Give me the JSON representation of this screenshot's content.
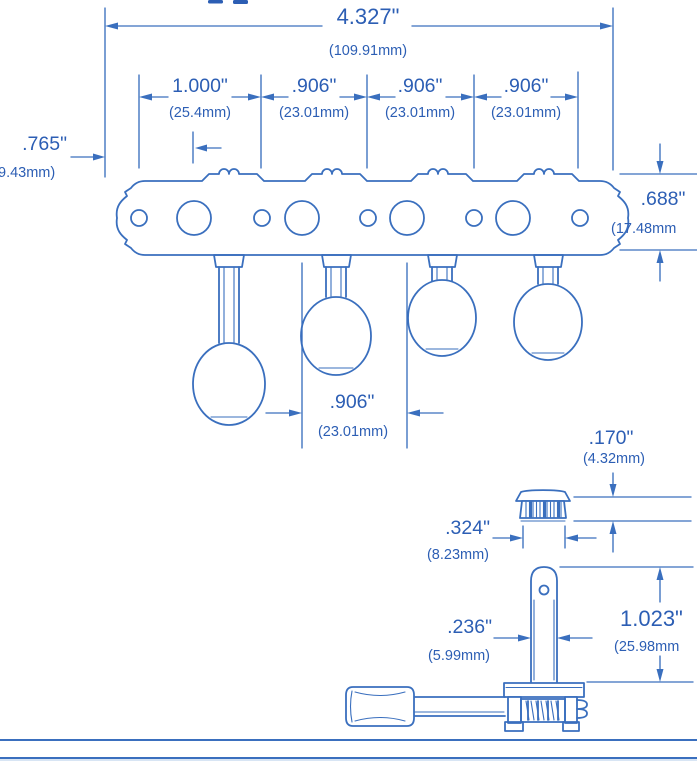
{
  "colors": {
    "line": "#3a6fbe",
    "text": "#2c5eb4",
    "footer_band": "#d8e5f4",
    "background": "#ffffff"
  },
  "drawing": {
    "subject": "four-on-plate tuning machine technical drawing",
    "dims": {
      "overall": {
        "inch": "4.327\"",
        "mm": "(109.91mm)"
      },
      "left_offset": {
        "inch": ".765\"",
        "mm": "9.43mm)"
      },
      "spacing1": {
        "inch": "1.000\"",
        "mm": "(25.4mm)"
      },
      "spacing2": {
        "inch": ".906\"",
        "mm": "(23.01mm)"
      },
      "spacing3": {
        "inch": ".906\"",
        "mm": "(23.01mm)"
      },
      "spacing4": {
        "inch": ".906\"",
        "mm": "(23.01mm)"
      },
      "plate_height": {
        "inch": ".688\"",
        "mm": "(17.48mm"
      },
      "button_spacing": {
        "inch": ".906\"",
        "mm": "(23.01mm)"
      },
      "cap_height": {
        "inch": ".170\"",
        "mm": "(4.32mm)"
      },
      "cap_width": {
        "inch": ".324\"",
        "mm": "(8.23mm)"
      },
      "post_width": {
        "inch": ".236\"",
        "mm": "(5.99mm)"
      },
      "post_height": {
        "inch": "1.023\"",
        "mm": "(25.98mm"
      }
    }
  }
}
